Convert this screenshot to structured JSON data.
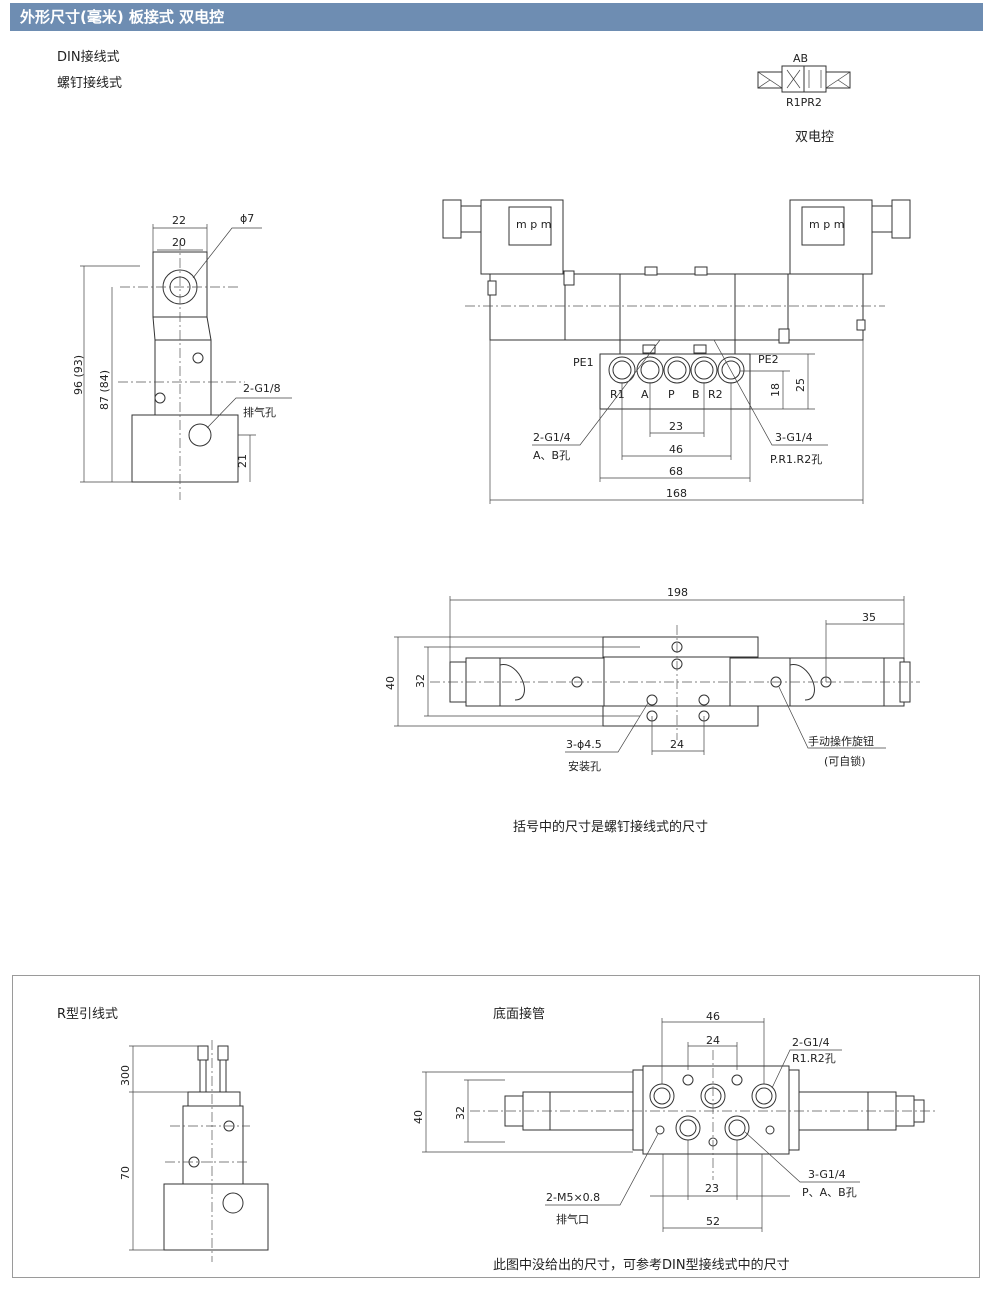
{
  "header": {
    "title": "外形尺寸(毫米)  板接式 双电控"
  },
  "top": {
    "wiring_din": "DIN接线式",
    "wiring_screw": "螺钉接线式",
    "symbol_ports_top": "AB",
    "symbol_ports_bottom": "R1PR2",
    "symbol_caption": "双电控",
    "note": "括号中的尺寸是螺钉接线式的尺寸"
  },
  "side_view": {
    "dim_22": "22",
    "dim_20": "20",
    "dim_phi7": "ϕ7",
    "dim_96": "96 (93)",
    "dim_87": "87 (84)",
    "dim_21": "21",
    "exhaust_size": "2-G1/8",
    "exhaust_label": "排气孔"
  },
  "front_view": {
    "pe1": "PE1",
    "pe2": "PE2",
    "ports": [
      "R1",
      "A",
      "P",
      "B",
      "R2"
    ],
    "coil_mark": "m p m",
    "dim_18": "18",
    "dim_25": "25",
    "dim_23": "23",
    "dim_46": "46",
    "dim_68": "68",
    "dim_168": "168",
    "ab_size": "2-G1/4",
    "ab_label": "A、B孔",
    "pr_size": "3-G1/4",
    "pr_label": "P.R1.R2孔"
  },
  "top_view": {
    "dim_198": "198",
    "dim_35": "35",
    "dim_40": "40",
    "dim_32": "32",
    "dim_24": "24",
    "mount_size": "3-ϕ4.5",
    "mount_label": "安装孔",
    "manual_label": "手动操作旋钮",
    "manual_sub": "(可自锁)"
  },
  "bottom": {
    "r_title": "R型引线式",
    "dim_300": "300",
    "dim_70": "70",
    "base_title": "底面接管",
    "dim_46": "46",
    "dim_24": "24",
    "dim_40": "40",
    "dim_32": "32",
    "dim_23": "23",
    "dim_52": "52",
    "rr_size": "2-G1/4",
    "rr_label": "R1.R2孔",
    "pab_size": "3-G1/4",
    "pab_label": "P、A、B孔",
    "m5_size": "2-M5×0.8",
    "m5_label": "排气口",
    "note": "此图中没给出的尺寸，可参考DIN型接线式中的尺寸"
  }
}
